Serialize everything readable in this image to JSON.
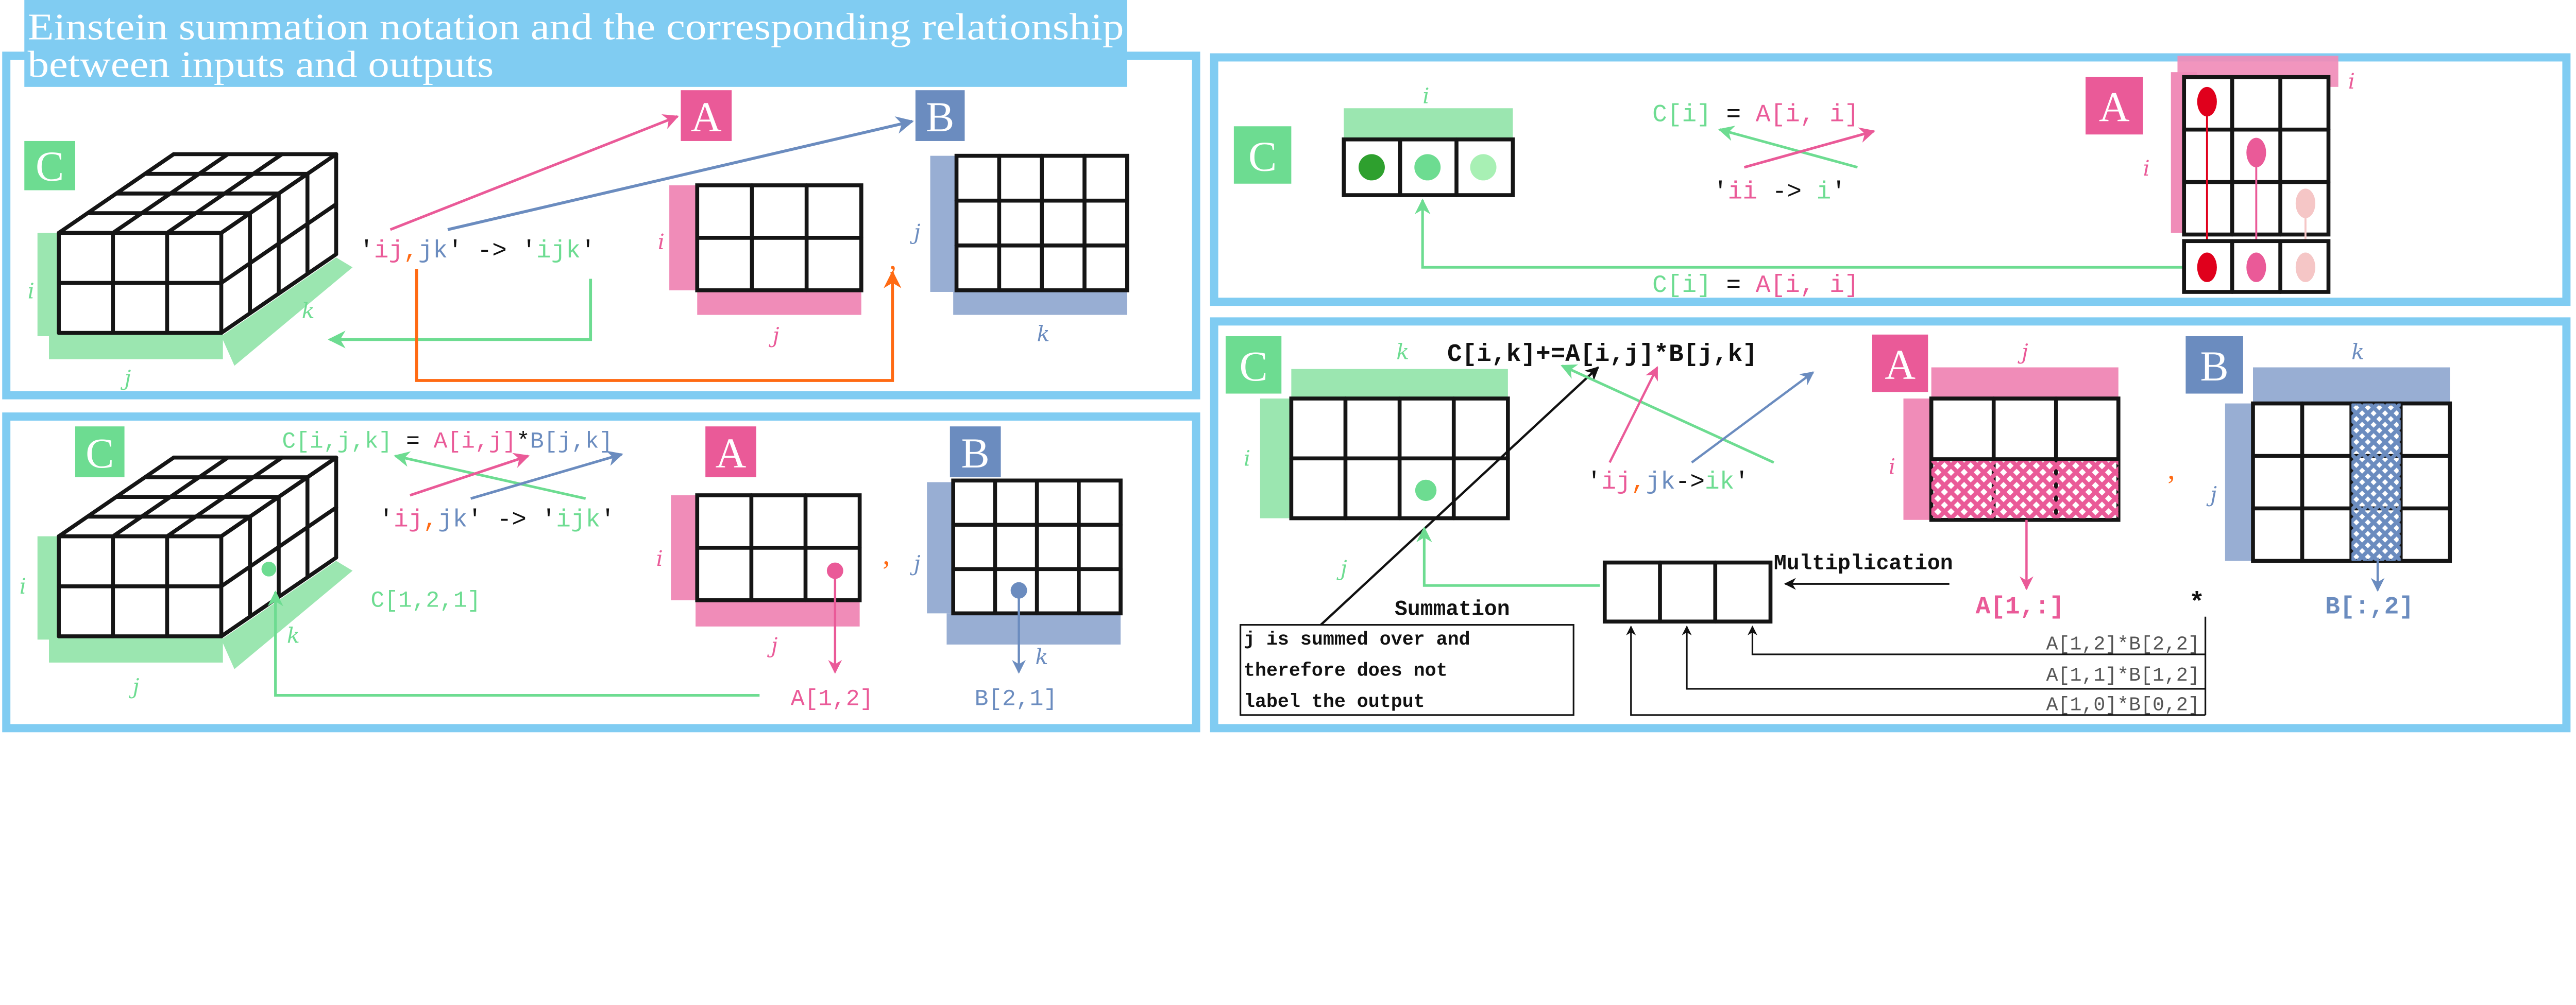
{
  "title": {
    "lines": [
      "Einstein summation notation and the corresponding relationship",
      "between inputs and outputs"
    ],
    "background": "#80ccf2"
  },
  "colors": {
    "green": "#6ddc91",
    "pink": "#ea5a98",
    "blue": "#6b8cbf",
    "orange": "#ff6a13",
    "panel_border": "#80ccf2"
  },
  "panel1": {
    "c_label": "C",
    "a_label": "A",
    "b_label": "B",
    "axis": {
      "ci": "i",
      "cj": "j",
      "ck": "k",
      "ai": "i",
      "aj": "j",
      "bj": "j",
      "bk": "k"
    },
    "comma": ",",
    "einsum": [
      {
        "t": "'",
        "c": "black"
      },
      {
        "t": "ij",
        "c": "pink"
      },
      {
        "t": ",",
        "c": "orange"
      },
      {
        "t": "jk",
        "c": "blue"
      },
      {
        "t": "' -> '",
        "c": "black"
      },
      {
        "t": "ijk",
        "c": "green"
      },
      {
        "t": "'",
        "c": "black"
      }
    ]
  },
  "panel2": {
    "c_label": "C",
    "a_label": "A",
    "b_label": "B",
    "axis": {
      "ci": "i",
      "cj": "j",
      "ck": "k",
      "ai": "i",
      "aj": "j",
      "bj": "j",
      "bk": "k"
    },
    "comma": ",",
    "equation": [
      {
        "t": "C[i,j,k]",
        "c": "green"
      },
      {
        "t": " = ",
        "c": "black"
      },
      {
        "t": "A[i,j]",
        "c": "pink"
      },
      {
        "t": "*",
        "c": "black"
      },
      {
        "t": "B[j,k]",
        "c": "blue"
      }
    ],
    "einsum": [
      {
        "t": "'",
        "c": "black"
      },
      {
        "t": "ij",
        "c": "pink"
      },
      {
        "t": ",",
        "c": "orange"
      },
      {
        "t": "jk",
        "c": "blue"
      },
      {
        "t": "' -> '",
        "c": "black"
      },
      {
        "t": "ijk",
        "c": "green"
      },
      {
        "t": "'",
        "c": "black"
      }
    ],
    "c_element": "C[1,2,1]",
    "a_element": "A[1,2]",
    "b_element": "B[2,1]"
  },
  "panel3": {
    "c_label": "C",
    "a_label": "A",
    "axis": {
      "ci": "i",
      "ai_top": "i",
      "ai_left": "i"
    },
    "equation": [
      {
        "t": "C[i]",
        "c": "green"
      },
      {
        "t": " = ",
        "c": "black"
      },
      {
        "t": "A[i, i]",
        "c": "pink"
      }
    ],
    "einsum": [
      {
        "t": "'",
        "c": "black"
      },
      {
        "t": "ii",
        "c": "pink"
      },
      {
        "t": " -> ",
        "c": "black"
      },
      {
        "t": "i",
        "c": "green"
      },
      {
        "t": "'",
        "c": "black"
      }
    ],
    "c_dot_colors": [
      "#2ea02e",
      "#6ddc91",
      "#a8f0b4"
    ],
    "a_dot_colors": [
      "#e0001c",
      "#ea5a98",
      "#f5c6c6"
    ]
  },
  "panel4": {
    "c_label": "C",
    "a_label": "A",
    "b_label": "B",
    "axis": {
      "ck": "k",
      "ci": "i",
      "aj": "j",
      "ai": "i",
      "bk": "k",
      "bj": "j",
      "sum_j": "j"
    },
    "comma": ",",
    "equation": "C[i,k]+=A[i,j]*B[j,k]",
    "einsum": [
      {
        "t": "'",
        "c": "black"
      },
      {
        "t": "ij",
        "c": "pink"
      },
      {
        "t": ",",
        "c": "orange"
      },
      {
        "t": "jk",
        "c": "blue"
      },
      {
        "t": "->",
        "c": "black"
      },
      {
        "t": "ik",
        "c": "green"
      },
      {
        "t": "'",
        "c": "black"
      }
    ],
    "a_slice": "A[1,:]",
    "b_slice": "B[:,2]",
    "times": "*",
    "multiplication_label": "Multiplication",
    "summation_label": "Summation",
    "note_lines": [
      "j is summed over and",
      "therefore does not",
      "label the output"
    ],
    "products": [
      "A[1,2]*B[2,2]",
      "A[1,1]*B[1,2]",
      "A[1,0]*B[0,2]"
    ]
  }
}
